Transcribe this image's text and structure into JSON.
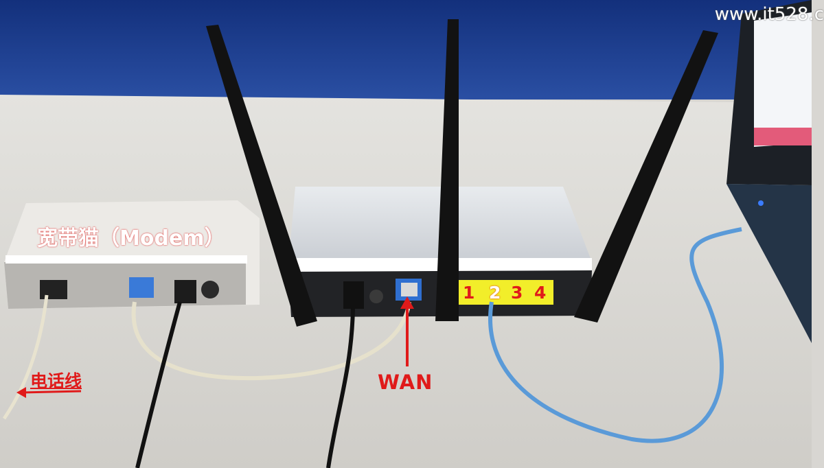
{
  "photo": {
    "description_free": true,
    "colors": {
      "wall": "#1d3c8f",
      "desk": "#d9d8d4",
      "label_red": "#e01a1a",
      "lan_port_yellow": "#f2ee2a",
      "router_body": "#d8dce0",
      "cable_blue": "#5a9ad8"
    }
  },
  "labels": {
    "modem": "宽带猫（Modem）",
    "phone_line": "电话线",
    "wan": "WAN",
    "lan_ports": [
      "1",
      "2",
      "3",
      "4"
    ]
  },
  "watermark": "www.it528.c"
}
